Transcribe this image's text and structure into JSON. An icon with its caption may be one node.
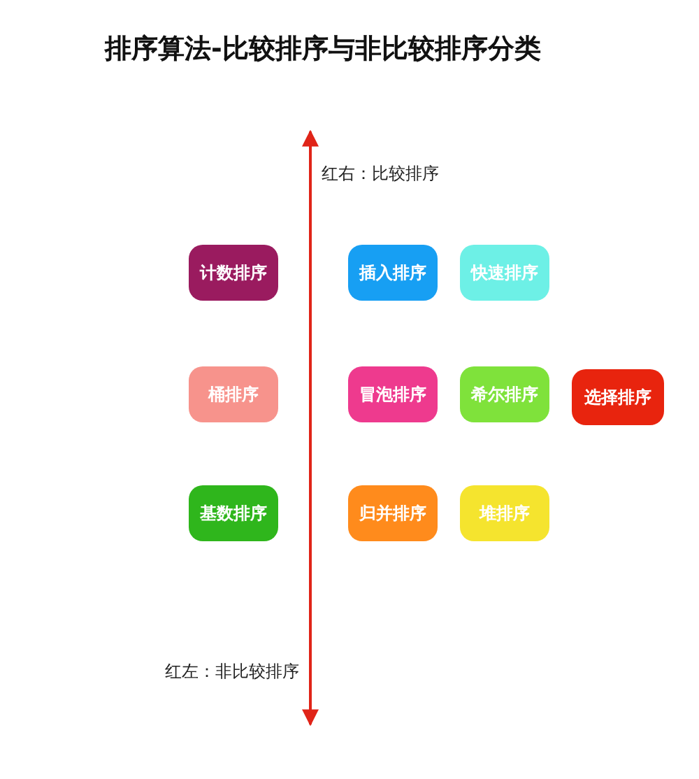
{
  "diagram": {
    "title": "排序算法-比较排序与非比较排序分类",
    "nodes": [
      {
        "text": [
          "计数排序"
        ]
      },
      {
        "text": [
          "插入排序"
        ]
      },
      {
        "text": [
          "快速排序"
        ]
      },
      {
        "text": [
          "桶排序"
        ]
      },
      {
        "text": [
          "冒泡排序"
        ]
      },
      {
        "text": [
          "希尔排序"
        ]
      },
      {
        "text": [
          "选择排序"
        ]
      },
      {
        "text": [
          "基数排序"
        ]
      },
      {
        "text": [
          "归并排序"
        ]
      },
      {
        "text": [
          "堆排序"
        ]
      }
    ],
    "edges": [],
    "labels": [
      "红右：比较排序",
      "红左：非比较排序"
    ]
  }
}
